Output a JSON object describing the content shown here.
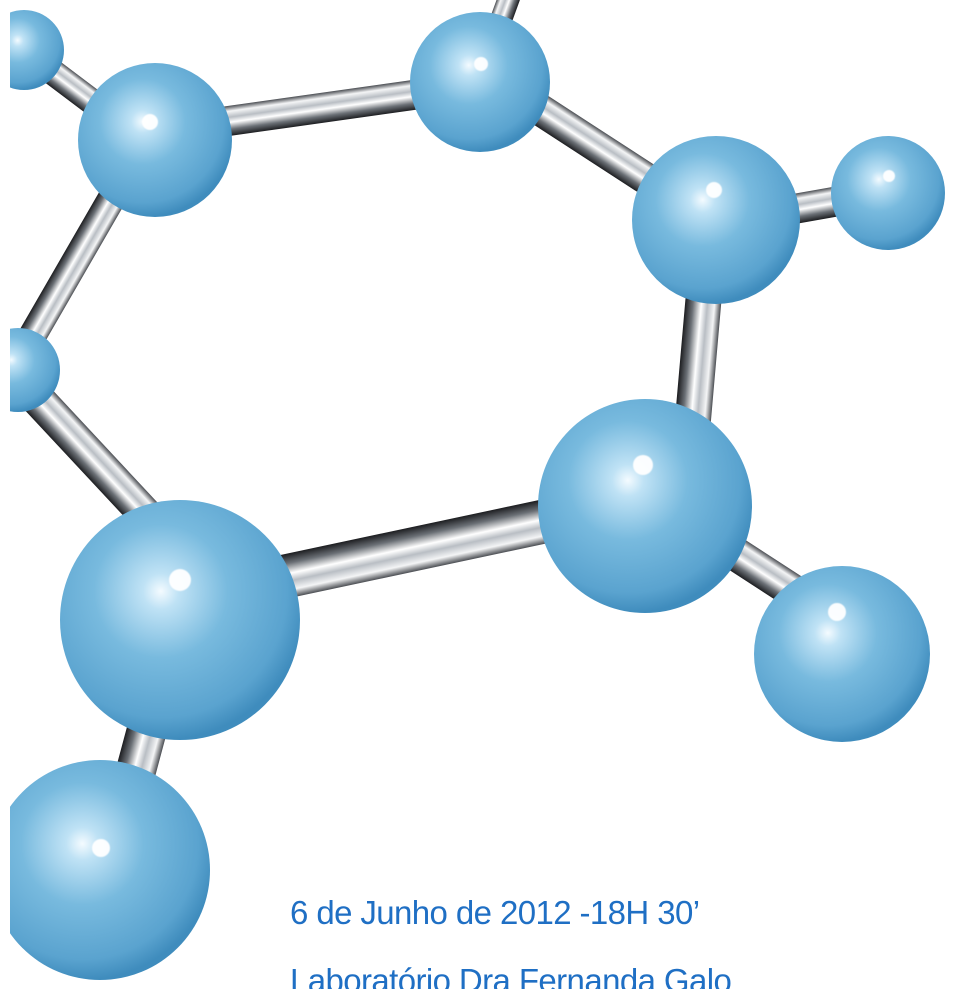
{
  "event": {
    "date_time": "6 de Junho de 2012 -18H 30’",
    "venue": "Laboratório Dra Fernanda Galo"
  },
  "colors": {
    "atom": "#6fb3dc",
    "atom_highlight": "#e8f5fc",
    "atom_shadow": "#3a86b8",
    "bond": "#c9cdd1",
    "text": "#1f6fc4",
    "background": "#ffffff"
  },
  "illustration": {
    "subject": "molecule-model",
    "atom_count": 11,
    "bond_count": 11
  }
}
